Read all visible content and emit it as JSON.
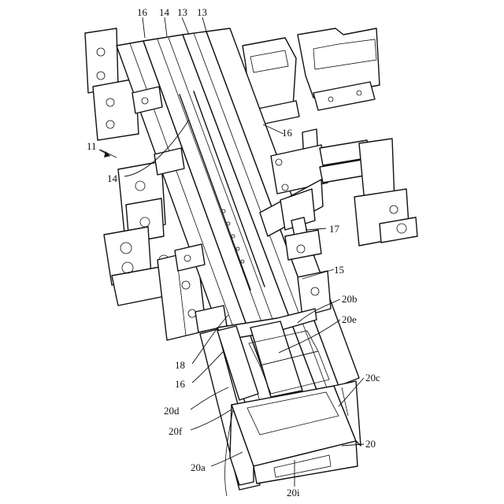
{
  "figure": {
    "labels": {
      "l16a": "16",
      "l14a": "14",
      "l13a": "13",
      "l13b": "13",
      "l11": "11",
      "l14b": "14",
      "l16b": "16",
      "l17": "17",
      "l15": "15",
      "l20b": "20b",
      "l20e": "20e",
      "l18": "18",
      "l16c": "16",
      "l20c": "20c",
      "l20d": "20d",
      "l20f": "20f",
      "l20": "20",
      "l20a": "20a",
      "l20i": "20i"
    }
  }
}
